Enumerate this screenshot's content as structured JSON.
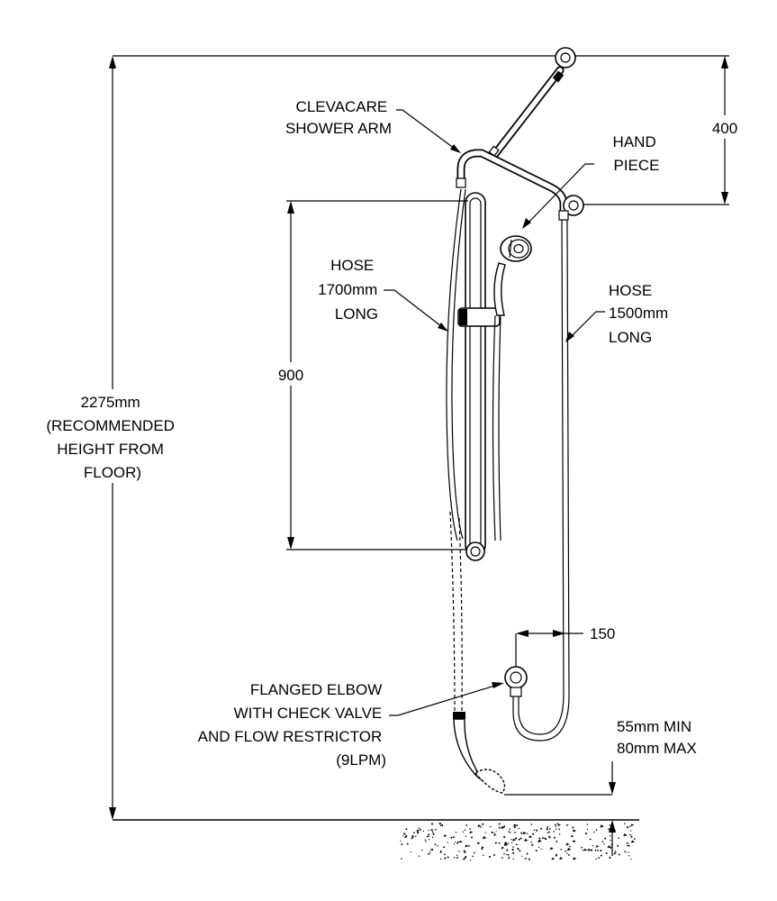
{
  "labels": {
    "shower_arm": [
      "CLEVACARE",
      "SHOWER ARM"
    ],
    "hand_piece": [
      "HAND",
      "PIECE"
    ],
    "hose_1700": [
      "HOSE",
      "1700mm",
      "LONG"
    ],
    "hose_1500": [
      "HOSE",
      "1500mm",
      "LONG"
    ],
    "flanged_elbow": [
      "FLANGED ELBOW",
      "WITH CHECK VALVE",
      "AND FLOW RESTRICTOR",
      "(9LPM)"
    ],
    "clearance": [
      "55mm MIN",
      "80mm MAX"
    ]
  },
  "dimensions": {
    "overall_height": [
      "2275mm",
      "(RECOMMENDED",
      "HEIGHT FROM",
      "FLOOR)"
    ],
    "arm_drop": "400",
    "rail_length": "900",
    "elbow_offset": "150"
  }
}
